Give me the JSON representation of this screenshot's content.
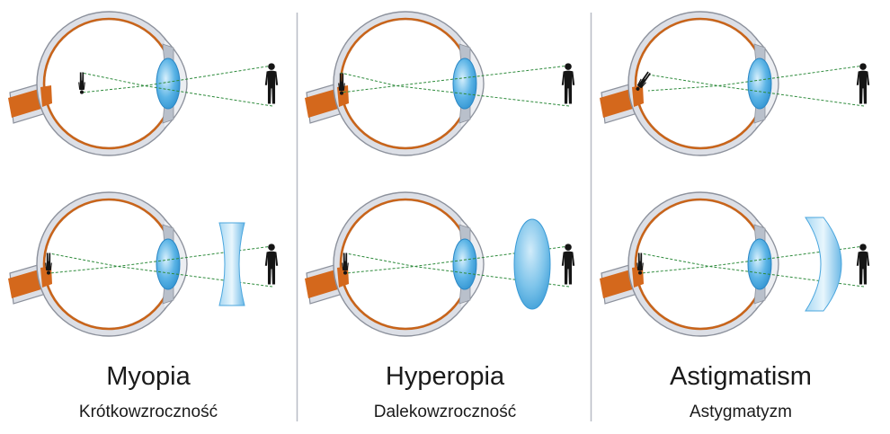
{
  "colors": {
    "sclera_fill": "#dcdfe6",
    "sclera_stroke": "#8c919c",
    "retina": "#c8641a",
    "optic_nerve": "#d4681c",
    "lens": "#4ba8e0",
    "lens_highlight": "#bfe3f7",
    "ray": "#2e8b3c",
    "corrective_lens": "#7cc3ea",
    "figure": "#151515",
    "divider": "#b8bcc6"
  },
  "panels": [
    {
      "id": "myopia",
      "title": "Myopia",
      "subtitle": "Krótkowzroczność",
      "uncorrected_focus": "in-front-of-retina",
      "corrective_lens": "concave"
    },
    {
      "id": "hyperopia",
      "title": "Hyperopia",
      "subtitle": "Dalekowzroczność",
      "uncorrected_focus": "behind-retina",
      "corrective_lens": "convex"
    },
    {
      "id": "astigmatism",
      "title": "Astigmatism",
      "subtitle": "Astygmatyzm",
      "uncorrected_focus": "distorted",
      "corrective_lens": "meniscus"
    }
  ]
}
